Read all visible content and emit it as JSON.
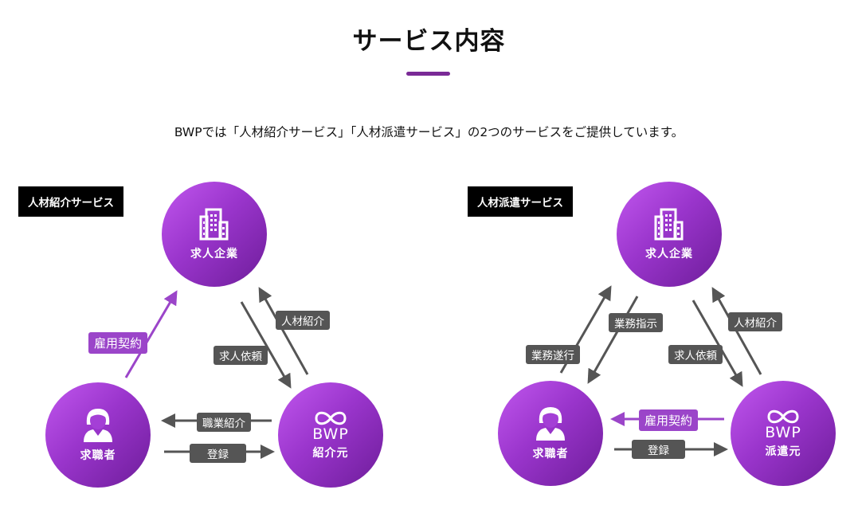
{
  "header": {
    "title": "サービス内容",
    "intro": "BWPでは「人材紹介サービス」「人材派遣サービス」の2つのサービスをご提供しています。"
  },
  "colors": {
    "accent": "#7a2a96",
    "node_purple": "#9a35cc",
    "label_gray": "#555555",
    "label_purple": "#9b45c9"
  },
  "diagrams": [
    {
      "tag": "人材紹介サービス",
      "nodes": {
        "company": {
          "icon": "building-icon",
          "label": "求人企業"
        },
        "seeker": {
          "icon": "person-icon",
          "label": "求職者"
        },
        "bwp": {
          "icon": "infinity-logo-icon",
          "brand": "BWP",
          "label": "紹介元"
        }
      },
      "flows": {
        "employment": "雇用契約",
        "request": "求人依頼",
        "introduce": "人材紹介",
        "job_intro": "職業紹介",
        "register": "登録"
      }
    },
    {
      "tag": "人材派遣サービス",
      "nodes": {
        "company": {
          "icon": "building-icon",
          "label": "求人企業"
        },
        "seeker": {
          "icon": "person-icon",
          "label": "求職者"
        },
        "bwp": {
          "icon": "infinity-logo-icon",
          "brand": "BWP",
          "label": "派遣元"
        }
      },
      "flows": {
        "perform": "業務遂行",
        "instruct": "業務指示",
        "request": "求人依頼",
        "introduce": "人材紹介",
        "employment": "雇用契約",
        "register": "登録"
      }
    }
  ]
}
